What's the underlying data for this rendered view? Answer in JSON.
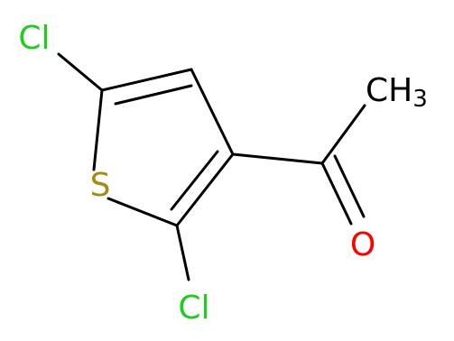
{
  "molecule": {
    "atoms": {
      "cl_top": {
        "label": "Cl",
        "color": "#1FCC1F"
      },
      "cl_bottom": {
        "label": "Cl",
        "color": "#1FCC1F"
      },
      "sulfur": {
        "label": "S",
        "color": "#A28B16"
      },
      "oxygen": {
        "label": "O",
        "color": "#FF0000"
      },
      "methyl": {
        "label": "CH",
        "subscript": "3",
        "color": "#000000"
      }
    },
    "colors": {
      "bond": "#000000",
      "background": "#FFFFFF"
    }
  }
}
